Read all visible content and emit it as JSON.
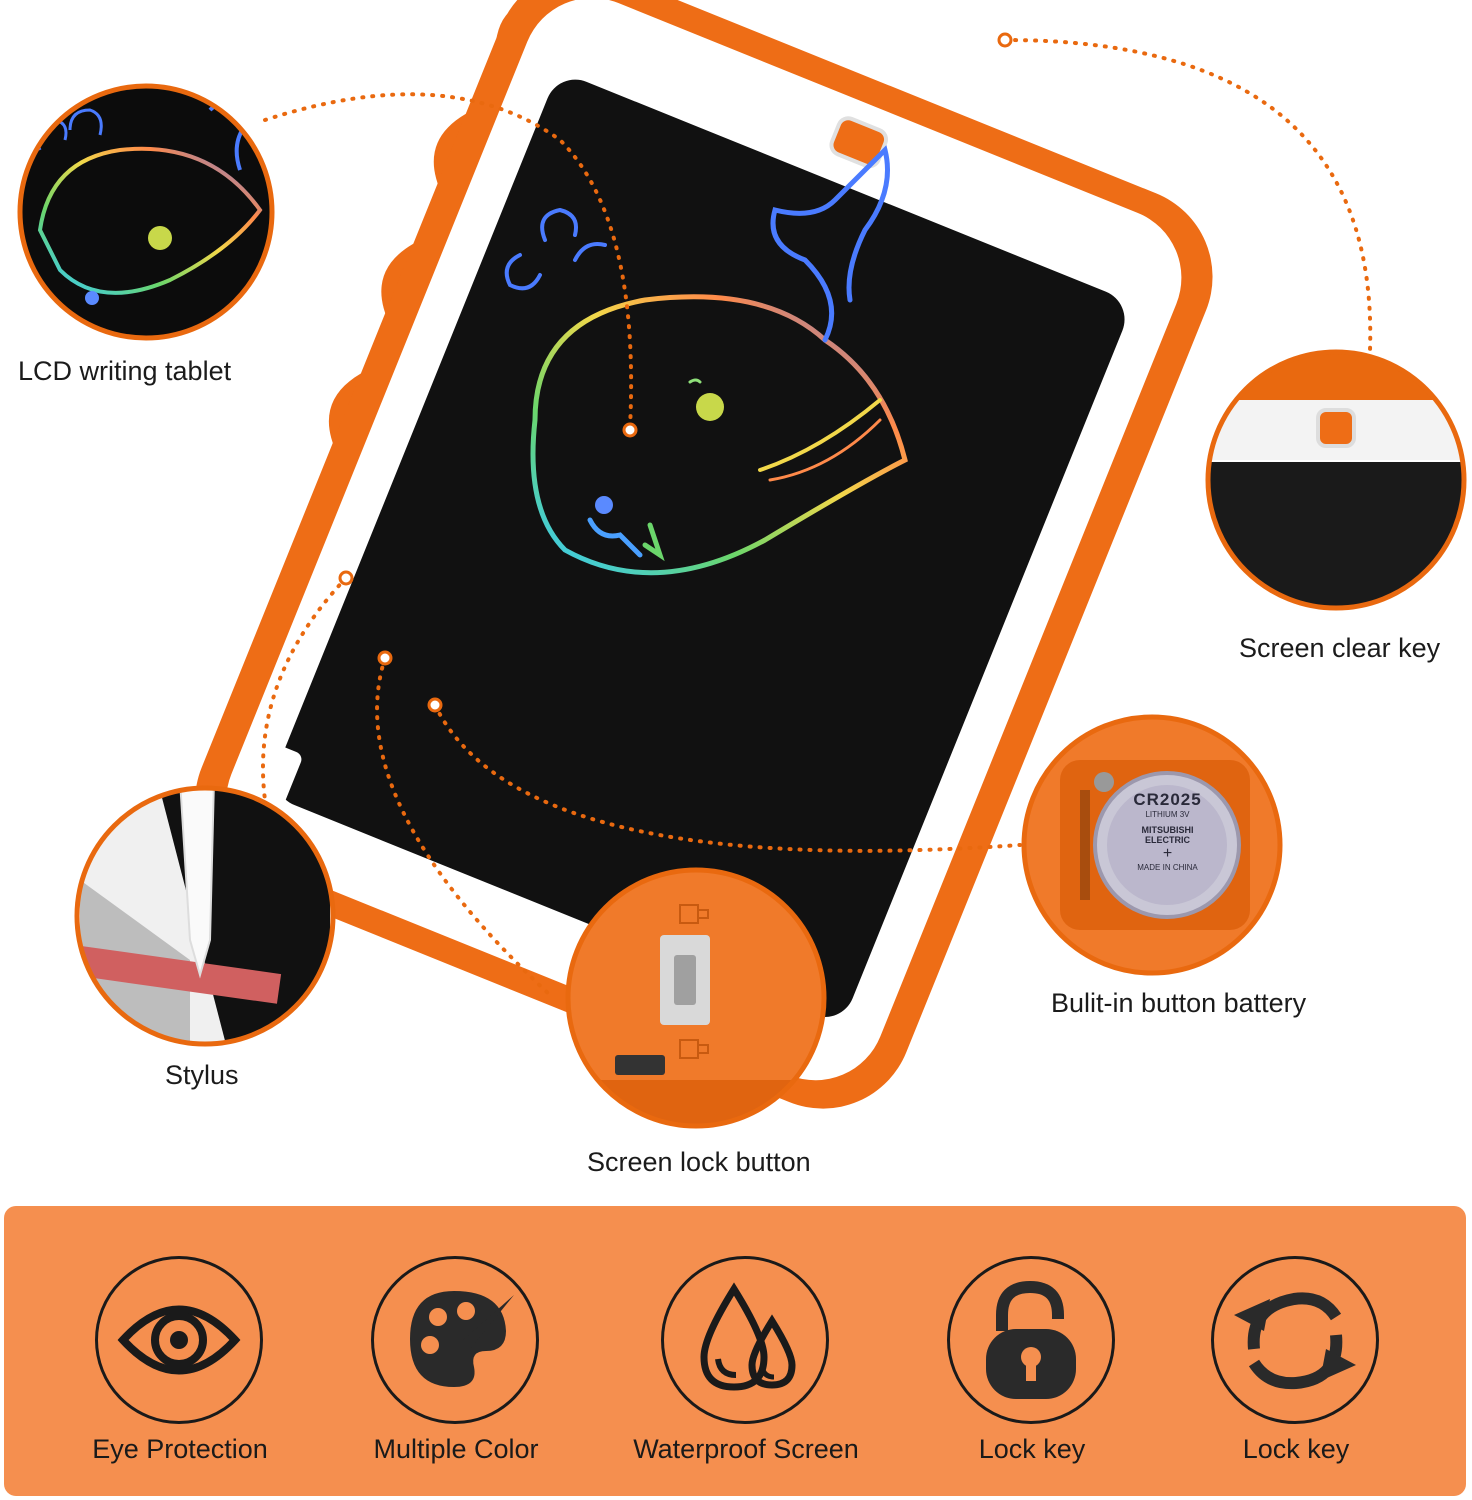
{
  "callouts": {
    "lcd": "LCD writing tablet",
    "clear_key": "Screen clear key",
    "stylus": "Stylus",
    "battery": "Bulit-in button battery",
    "lock_button": "Screen lock button"
  },
  "battery_text": {
    "model": "CR2025",
    "chem": "LITHIUM",
    "volt": "3V",
    "brand1": "MITSUBISHI",
    "brand2": "ELECTRIC",
    "sign": "+",
    "origin": "MADE IN CHINA"
  },
  "features": [
    {
      "label": "Eye Protection",
      "icon": "eye-icon"
    },
    {
      "label": "Multiple Color",
      "icon": "palette-icon"
    },
    {
      "label": "Waterproof Screen",
      "icon": "water-drops-icon"
    },
    {
      "label": "Lock key",
      "icon": "padlock-icon"
    },
    {
      "label": "Lock key",
      "icon": "refresh-arrows-icon"
    }
  ],
  "colors": {
    "accent": "#e9690f",
    "feature_bar": "#f58f4f",
    "screen": "#111111"
  }
}
